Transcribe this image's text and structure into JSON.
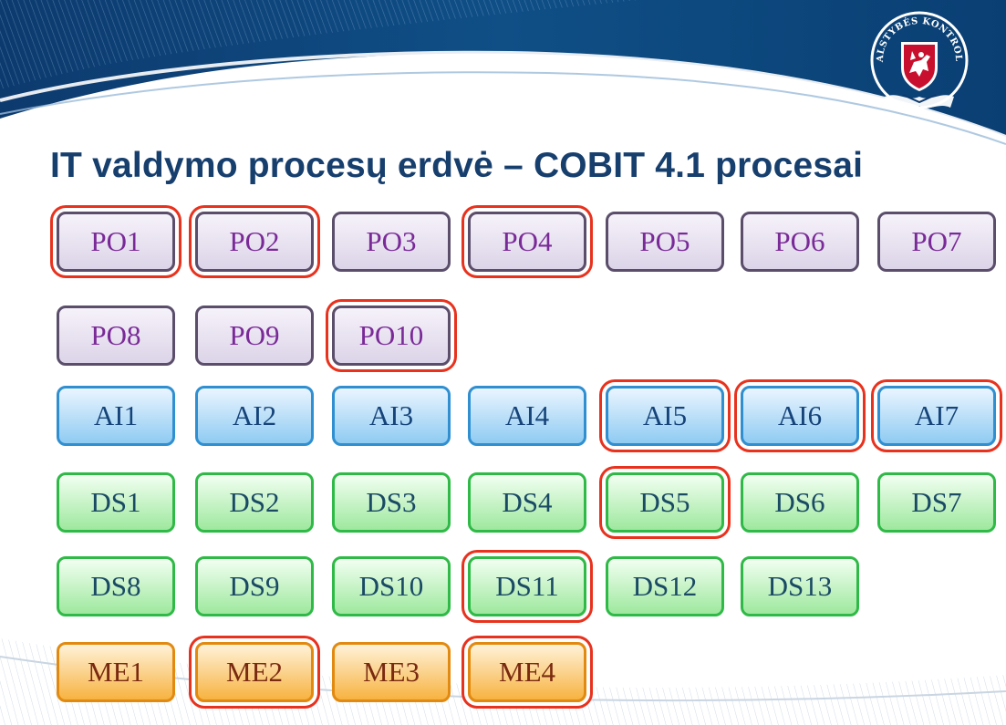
{
  "title": "IT valdymo procesų erdvė – COBIT 4.1 procesai",
  "logo": {
    "text": "VALSTYBĖS KONTROLĖ",
    "icon": "lithuanian-vytis-crest"
  },
  "colors": {
    "title": "#173f6e",
    "highlight": "#e8321e",
    "po_fill": "#e8e2f0",
    "po_border": "#5a4e6b",
    "po_text": "#7a2a98",
    "ai_fill": "#b9e0fa",
    "ai_border": "#2f8fd0",
    "ai_text": "#16447a",
    "ds_fill": "#c8f5c8",
    "ds_border": "#2fba47",
    "ds_text": "#1a4a64",
    "me_fill": "#fbd080",
    "me_border": "#e28a10",
    "me_text": "#7a2a10"
  },
  "rows": [
    {
      "group": "po",
      "items": [
        {
          "label": "PO1",
          "highlighted": true
        },
        {
          "label": "PO2",
          "highlighted": true
        },
        {
          "label": "PO3",
          "highlighted": false
        },
        {
          "label": "PO4",
          "highlighted": true
        },
        {
          "label": "PO5",
          "highlighted": false
        },
        {
          "label": "PO6",
          "highlighted": false
        },
        {
          "label": "PO7",
          "highlighted": false
        }
      ]
    },
    {
      "group": "po",
      "items": [
        {
          "label": "PO8",
          "highlighted": false
        },
        {
          "label": "PO9",
          "highlighted": false
        },
        {
          "label": "PO10",
          "highlighted": true
        }
      ]
    },
    {
      "group": "ai",
      "items": [
        {
          "label": "AI1",
          "highlighted": false
        },
        {
          "label": "AI2",
          "highlighted": false
        },
        {
          "label": "AI3",
          "highlighted": false
        },
        {
          "label": "AI4",
          "highlighted": false
        },
        {
          "label": "AI5",
          "highlighted": true
        },
        {
          "label": "AI6",
          "highlighted": true
        },
        {
          "label": "AI7",
          "highlighted": true
        }
      ]
    },
    {
      "group": "ds",
      "items": [
        {
          "label": "DS1",
          "highlighted": false
        },
        {
          "label": "DS2",
          "highlighted": false
        },
        {
          "label": "DS3",
          "highlighted": false
        },
        {
          "label": "DS4",
          "highlighted": false
        },
        {
          "label": "DS5",
          "highlighted": true
        },
        {
          "label": "DS6",
          "highlighted": false
        },
        {
          "label": "DS7",
          "highlighted": false
        }
      ]
    },
    {
      "group": "ds",
      "items": [
        {
          "label": "DS8",
          "highlighted": false
        },
        {
          "label": "DS9",
          "highlighted": false
        },
        {
          "label": "DS10",
          "highlighted": false
        },
        {
          "label": "DS11",
          "highlighted": true
        },
        {
          "label": "DS12",
          "highlighted": false
        },
        {
          "label": "DS13",
          "highlighted": false
        }
      ]
    },
    {
      "group": "me",
      "items": [
        {
          "label": "ME1",
          "highlighted": false
        },
        {
          "label": "ME2",
          "highlighted": true
        },
        {
          "label": "ME3",
          "highlighted": false
        },
        {
          "label": "ME4",
          "highlighted": true
        }
      ]
    }
  ]
}
